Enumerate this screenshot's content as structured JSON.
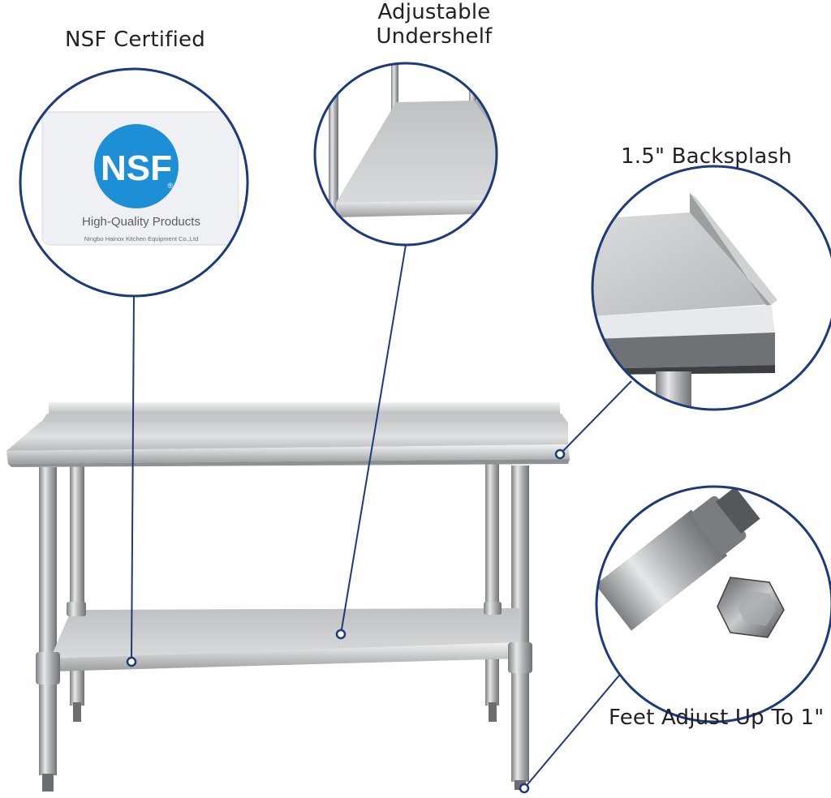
{
  "callouts": {
    "nsf": {
      "label": "NSF Certified"
    },
    "undershelf": {
      "label_line1": "Adjustable",
      "label_line2": "Undershelf"
    },
    "backsplash": {
      "label": "1.5\" Backsplash"
    },
    "feet": {
      "label": "Feet Adjust Up To 1\""
    }
  },
  "nsf_card": {
    "logo_text": "NSF",
    "registered_mark": "®",
    "line1": "High-Quality Products",
    "line2": "Ningbo Hainox Kitchen Equipment Co.,Ltd"
  },
  "colors": {
    "callout_ring": "#1e3a78",
    "nsf_blue": "#1d8fd6",
    "steel_light": "#d4d6d8",
    "steel_dark": "#8a8d90"
  }
}
